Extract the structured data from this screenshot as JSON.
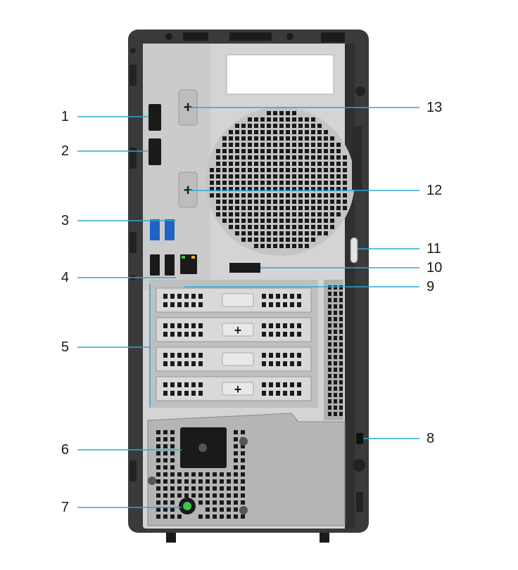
{
  "diagram": {
    "colors": {
      "callout_line": "#2aa8d8",
      "chassis": "#3a3a3a",
      "panel": "#c9c9c9",
      "psu": "#b8b8b8",
      "slot_bracket": "#d9d9d9",
      "usb_blue": "#1f63c4",
      "power_led": "#3cc44a",
      "ethernet_led": "#e8b020"
    },
    "callouts_left": [
      {
        "id": "1",
        "label": "1"
      },
      {
        "id": "2",
        "label": "2"
      },
      {
        "id": "3",
        "label": "3"
      },
      {
        "id": "4",
        "label": "4"
      },
      {
        "id": "5",
        "label": "5"
      },
      {
        "id": "6",
        "label": "6"
      },
      {
        "id": "7",
        "label": "7"
      }
    ],
    "callouts_right": [
      {
        "id": "13",
        "label": "13"
      },
      {
        "id": "12",
        "label": "12"
      },
      {
        "id": "11",
        "label": "11"
      },
      {
        "id": "10",
        "label": "10"
      },
      {
        "id": "9",
        "label": "9"
      },
      {
        "id": "8",
        "label": "8"
      }
    ]
  }
}
